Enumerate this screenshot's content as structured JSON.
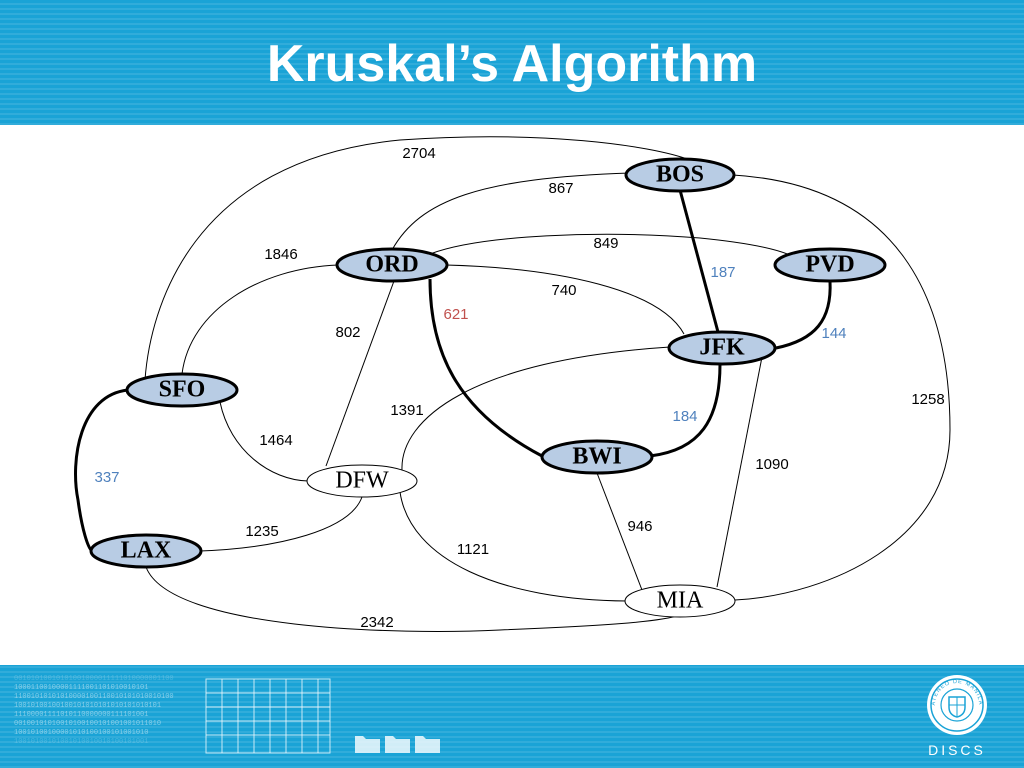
{
  "slide": {
    "title": "Kruskal’s Algorithm",
    "footer_logo_text": "DISCS",
    "footer_seal_text": "ATENEO DE MANILA",
    "binary_lines": [
      "00101010010101001000011111010000001100",
      "10001100100001111001101010010101",
      "11001010101010000100110010101010010100",
      "10010100100100101010101010101010101",
      "11100001111010110000000111101001",
      "00100101010010100100101001001011010",
      "10010100100001010100100101001010",
      "10010100101001010010010100101001"
    ]
  },
  "colors": {
    "header": "#1aa3d6",
    "node_fill_selected": "#b8cce4",
    "mst_edge_label": "#4f81bd",
    "highlight_edge_label": "#c0504d",
    "plain_label": "#000000"
  },
  "graph": {
    "nodes": [
      {
        "id": "BOS",
        "label": "BOS",
        "style": "selected"
      },
      {
        "id": "ORD",
        "label": "ORD",
        "style": "selected"
      },
      {
        "id": "PVD",
        "label": "PVD",
        "style": "selected"
      },
      {
        "id": "JFK",
        "label": "JFK",
        "style": "selected"
      },
      {
        "id": "SFO",
        "label": "SFO",
        "style": "selected"
      },
      {
        "id": "BWI",
        "label": "BWI",
        "style": "selected"
      },
      {
        "id": "DFW",
        "label": "DFW",
        "style": "plain"
      },
      {
        "id": "LAX",
        "label": "LAX",
        "style": "selected"
      },
      {
        "id": "MIA",
        "label": "MIA",
        "style": "plain"
      }
    ],
    "edges": [
      {
        "id": "SFO-BOS",
        "weight": "2704",
        "state": "normal"
      },
      {
        "id": "ORD-BOS",
        "weight": "867",
        "state": "normal"
      },
      {
        "id": "ORD-PVD",
        "weight": "849",
        "state": "normal"
      },
      {
        "id": "SFO-ORD",
        "weight": "1846",
        "state": "normal"
      },
      {
        "id": "BOS-JFK",
        "weight": "187",
        "state": "mst"
      },
      {
        "id": "ORD-JFK",
        "weight": "740",
        "state": "normal"
      },
      {
        "id": "ORD-BWI",
        "weight": "621",
        "state": "current"
      },
      {
        "id": "PVD-JFK",
        "weight": "144",
        "state": "mst"
      },
      {
        "id": "ORD-DFW",
        "weight": "802",
        "state": "normal"
      },
      {
        "id": "DFW-JFK",
        "weight": "1391",
        "state": "normal"
      },
      {
        "id": "JFK-BWI",
        "weight": "184",
        "state": "mst"
      },
      {
        "id": "BOS-MIA",
        "weight": "1258",
        "state": "normal"
      },
      {
        "id": "SFO-DFW",
        "weight": "1464",
        "state": "normal"
      },
      {
        "id": "JFK-MIA",
        "weight": "1090",
        "state": "normal"
      },
      {
        "id": "SFO-LAX",
        "weight": "337",
        "state": "mst"
      },
      {
        "id": "BWI-MIA",
        "weight": "946",
        "state": "normal"
      },
      {
        "id": "LAX-DFW",
        "weight": "1235",
        "state": "normal"
      },
      {
        "id": "DFW-MIA",
        "weight": "1121",
        "state": "normal"
      },
      {
        "id": "LAX-MIA",
        "weight": "2342",
        "state": "normal"
      }
    ]
  }
}
